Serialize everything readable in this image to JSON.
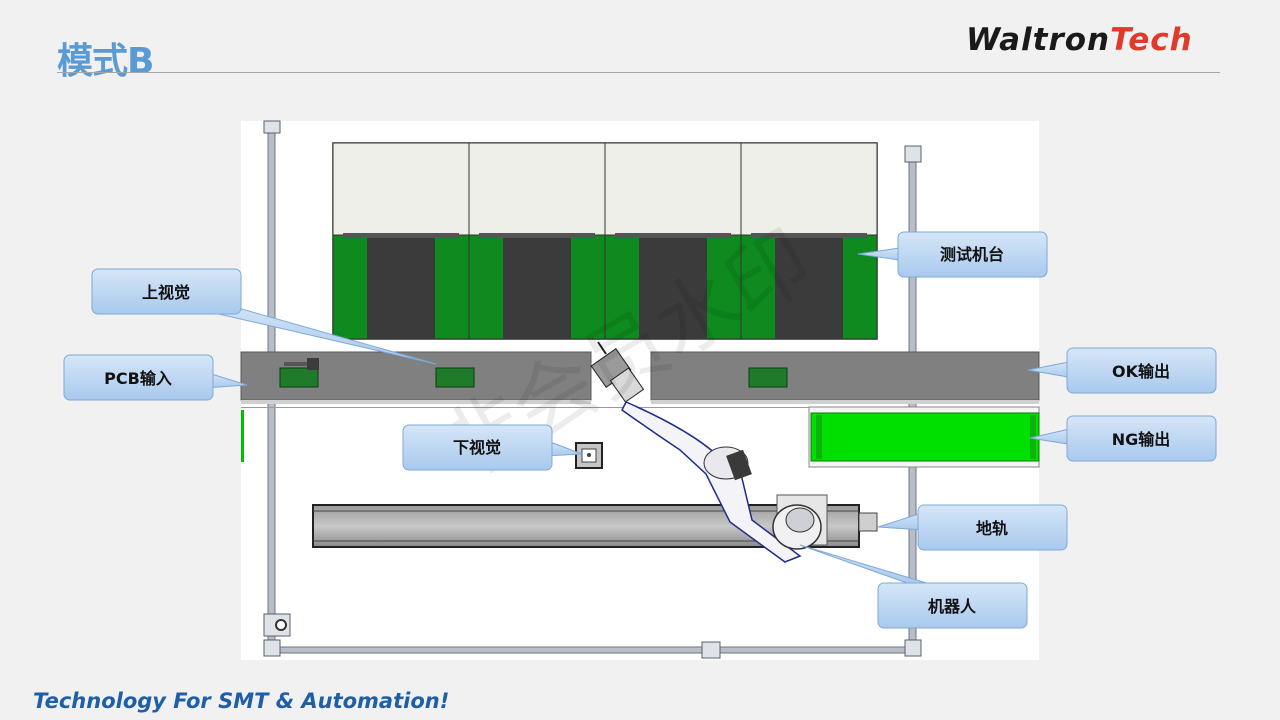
{
  "header": {
    "title": "模式B",
    "logo": {
      "part1": "Waltron",
      "part2": "Tech"
    }
  },
  "footer": {
    "tagline": "Technology For SMT & Automation!"
  },
  "watermark": "非会员水印",
  "labels": {
    "test_station": "测试机台",
    "upper_vision": "上视觉",
    "pcb_input": "PCB输入",
    "ok_output": "OK输出",
    "ng_output": "NG输出",
    "lower_vision": "下视觉",
    "ground_rail": "地轨",
    "robot": "机器人"
  },
  "colors": {
    "accent": "#5b9bd5",
    "callout_fill": "#bcd6f2",
    "callout_stroke": "#7ea9d6",
    "test_green": "#0e8a1e",
    "ng_green": "#00e000",
    "conveyor": "#808080",
    "logo_red": "#e03a2a"
  }
}
